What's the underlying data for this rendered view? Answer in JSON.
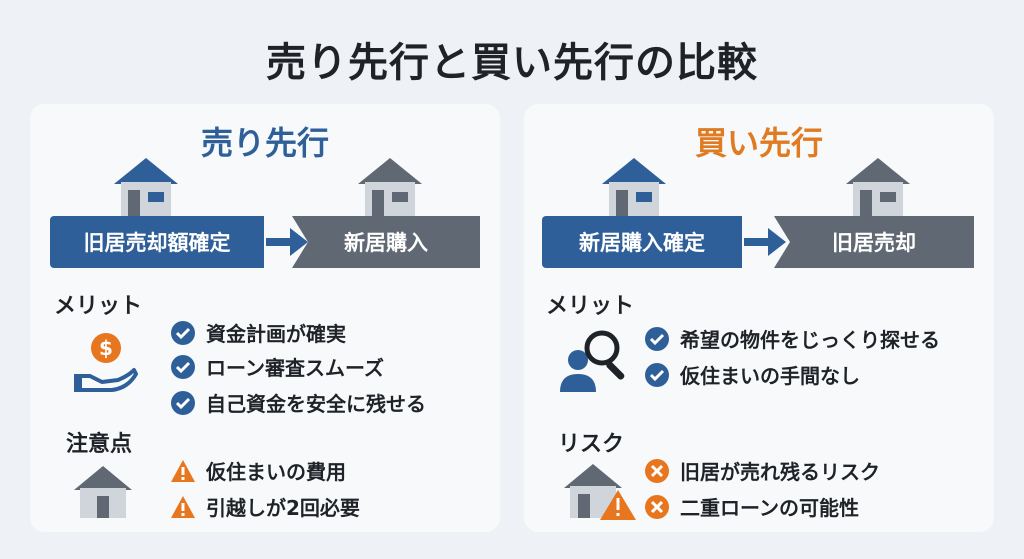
{
  "title": "売り先行と買い先行の比較",
  "colors": {
    "blue": "#2f5f99",
    "gray": "#5f6873",
    "sell_title": "#2f5f99",
    "buy_title": "#e07b22",
    "warning": "#e8761e",
    "check": "#2f5f99"
  },
  "sell": {
    "title": "売り先行",
    "flow": {
      "step1": "旧居売却額確定",
      "step2": "新居購入"
    },
    "merit": {
      "label": "メリット",
      "icon": "money-hand-icon",
      "items": [
        "資金計画が確実",
        "ローン審査スムーズ",
        "自己資金を安全に残せる"
      ]
    },
    "caution": {
      "label": "注意点",
      "icon": "house-icon",
      "items": [
        "仮住まいの費用",
        "引越しが2回必要"
      ]
    }
  },
  "buy": {
    "title": "買い先行",
    "flow": {
      "step1": "新居購入確定",
      "step2": "旧居売却"
    },
    "merit": {
      "label": "メリット",
      "icon": "person-search-icon",
      "items": [
        "希望の物件をじっくり探せる",
        "仮住まいの手間なし"
      ]
    },
    "risk": {
      "label": "リスク",
      "icon": "house-warning-icon",
      "items": [
        "旧居が売れ残るリスク",
        "二重ローンの可能性"
      ]
    }
  }
}
